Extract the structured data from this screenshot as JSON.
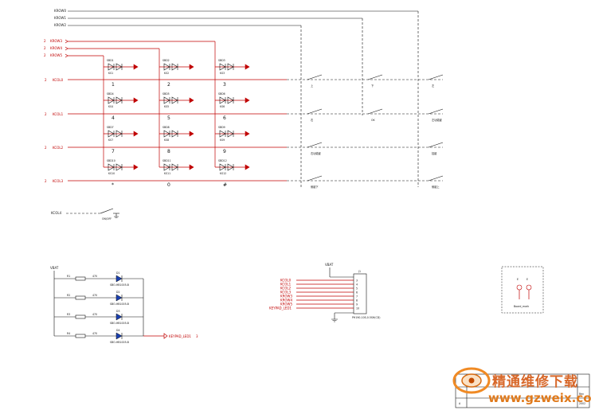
{
  "rows_top": {
    "labels": [
      "KROW0",
      "KROW1",
      "KROW2"
    ]
  },
  "rows_left": {
    "labels": [
      "KROW3",
      "KROW4",
      "KROW5"
    ]
  },
  "cols": {
    "labels": [
      "KCOL0",
      "KCOL1",
      "KCOL2",
      "KCOL3"
    ]
  },
  "matrix": {
    "numbers": [
      "1",
      "2",
      "3",
      "4",
      "5",
      "6",
      "7",
      "8",
      "9",
      "*",
      "0",
      "#"
    ],
    "diodes": [
      "SBD1",
      "SBD2",
      "SBD3",
      "SBD4",
      "SBD5",
      "SBD6",
      "SBD7",
      "SBD8",
      "SBD9",
      "SBD10",
      "SBD11",
      "SBD12"
    ],
    "switches": [
      "KS1",
      "KS2",
      "KS3",
      "KS4",
      "KS5",
      "KS6",
      "KS7",
      "KS8",
      "KS9",
      "KS10",
      "KS11",
      "KS12"
    ]
  },
  "side_keys": [
    "上",
    "下",
    "左",
    "右",
    "OK",
    "左功能键",
    "右功能键",
    "挂键",
    "侧键下",
    "侧键上"
  ],
  "onoff": {
    "net": "KCOL4",
    "label": "ON/OFF"
  },
  "led": {
    "supply": "VBAT",
    "resistors": [
      "R1",
      "R2",
      "R3",
      "R4"
    ],
    "res_value": "470",
    "diodes": [
      "D1",
      "D2",
      "D3",
      "D4"
    ],
    "part": "SBO-HB1005-B",
    "net_out": "KEYPAD_LED1"
  },
  "connector": {
    "supply": "VBAT",
    "ref": "J1",
    "nets": [
      "KCOL0",
      "KCOL1",
      "KCOL2",
      "KCOL3",
      "KROW3",
      "KROW4",
      "KROW5",
      "KEYPAD_LED1"
    ],
    "part": "PH190-10S-0.5SH(CD)"
  },
  "board_mark": {
    "label": "Board_mark"
  },
  "title_block": {
    "rev": "Rev",
    "date": "2002",
    "letter": "A"
  },
  "watermark": {
    "cn": "精通维修下载",
    "url": "www.gzweix.com"
  }
}
